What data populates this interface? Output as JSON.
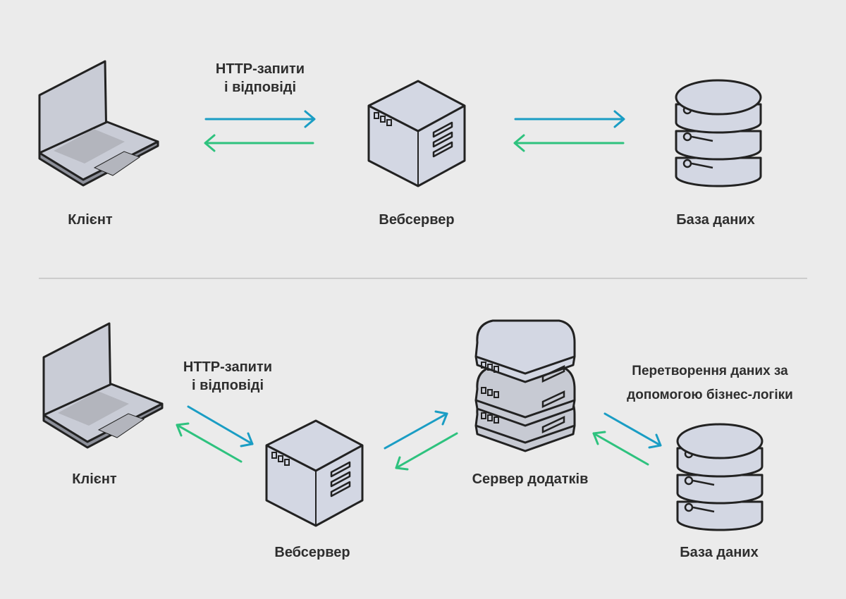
{
  "top": {
    "client_label": "Клієнт",
    "webserver_label": "Вебсервер",
    "database_label": "База даних",
    "http_line1": "HTTP-запити",
    "http_line2": "і відповіді"
  },
  "bottom": {
    "client_label": "Клієнт",
    "webserver_label": "Вебсервер",
    "appserver_label": "Сервер додатків",
    "database_label": "База даних",
    "http_line1": "HTTP-запити",
    "http_line2": "і відповіді",
    "logic_line1": "Перетворення даних за",
    "logic_line2": "допомогою бізнес-логіки"
  },
  "colors": {
    "background": "#ebebeb",
    "request_arrow": "#1a9dc4",
    "response_arrow": "#2ec27e",
    "device_fill": "#d3d7e3",
    "outline": "#222222"
  },
  "icons": [
    "laptop-icon",
    "server-icon",
    "server-stack-icon",
    "database-icon"
  ]
}
